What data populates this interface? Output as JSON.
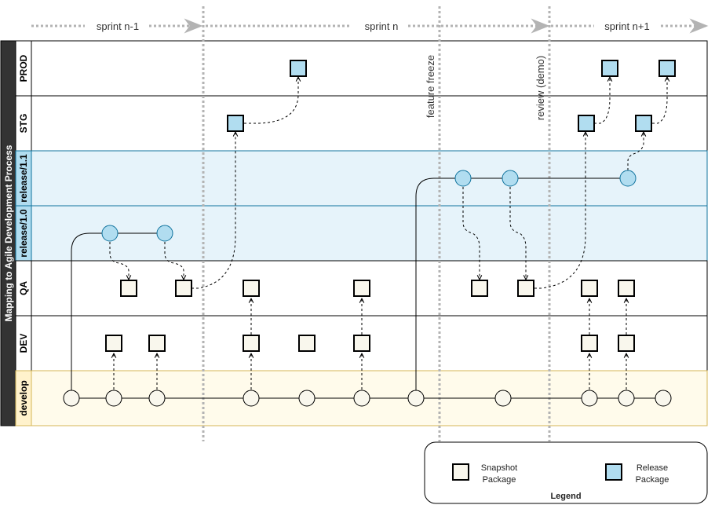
{
  "title": "Mapping to Agile Development Process",
  "sprints": [
    "sprint n-1",
    "sprint n",
    "sprint n+1"
  ],
  "markers": [
    "feature freeze",
    "review (demo)"
  ],
  "lanes": [
    "PROD",
    "STG",
    "release/1.1",
    "release/1.0",
    "QA",
    "DEV",
    "develop"
  ],
  "legend": {
    "title": "Legend",
    "snapshot_line1": "Snapshot",
    "snapshot_line2": "Package",
    "release_line1": "Release",
    "release_line2": "Package"
  },
  "colors": {
    "snapshot_fill": "#f9f7ed",
    "release_fill": "#b1ddf0",
    "release_lane_fill": "#e6f3fa",
    "release_lane_border": "#10739e",
    "develop_lane_fill": "#fffbeb",
    "develop_lane_border": "#d6b656",
    "develop_header_fill": "#fff2cc",
    "title_bar_fill": "#333333",
    "divider": "#b3b3b3"
  }
}
